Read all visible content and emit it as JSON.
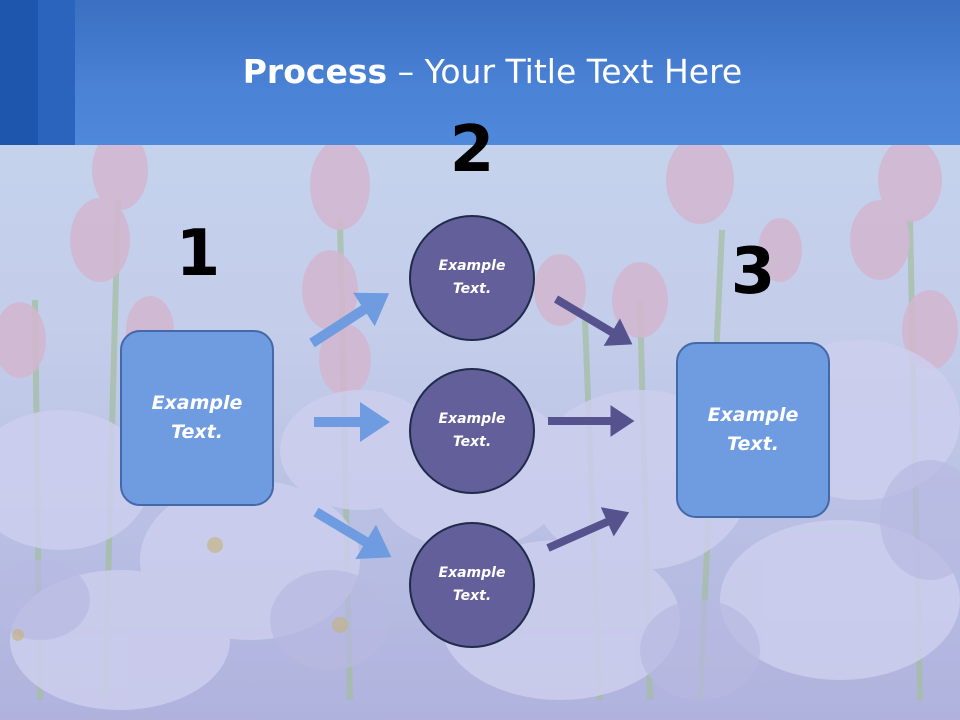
{
  "title": {
    "bold": "Process",
    "rest": " – Your Title Text Here"
  },
  "steps": [
    {
      "number": "1",
      "label": "Example Text."
    },
    {
      "number": "2",
      "items": [
        "Example Text.",
        "Example Text.",
        "Example Text."
      ]
    },
    {
      "number": "3",
      "label": "Example Text."
    }
  ],
  "colors": {
    "header": "#4a82d6",
    "box_fill": "#6f9be0",
    "circle_fill": "#635f9a",
    "arrow_left": "#6f9be0",
    "arrow_right": "#56528e"
  },
  "background": "flowers-photo"
}
